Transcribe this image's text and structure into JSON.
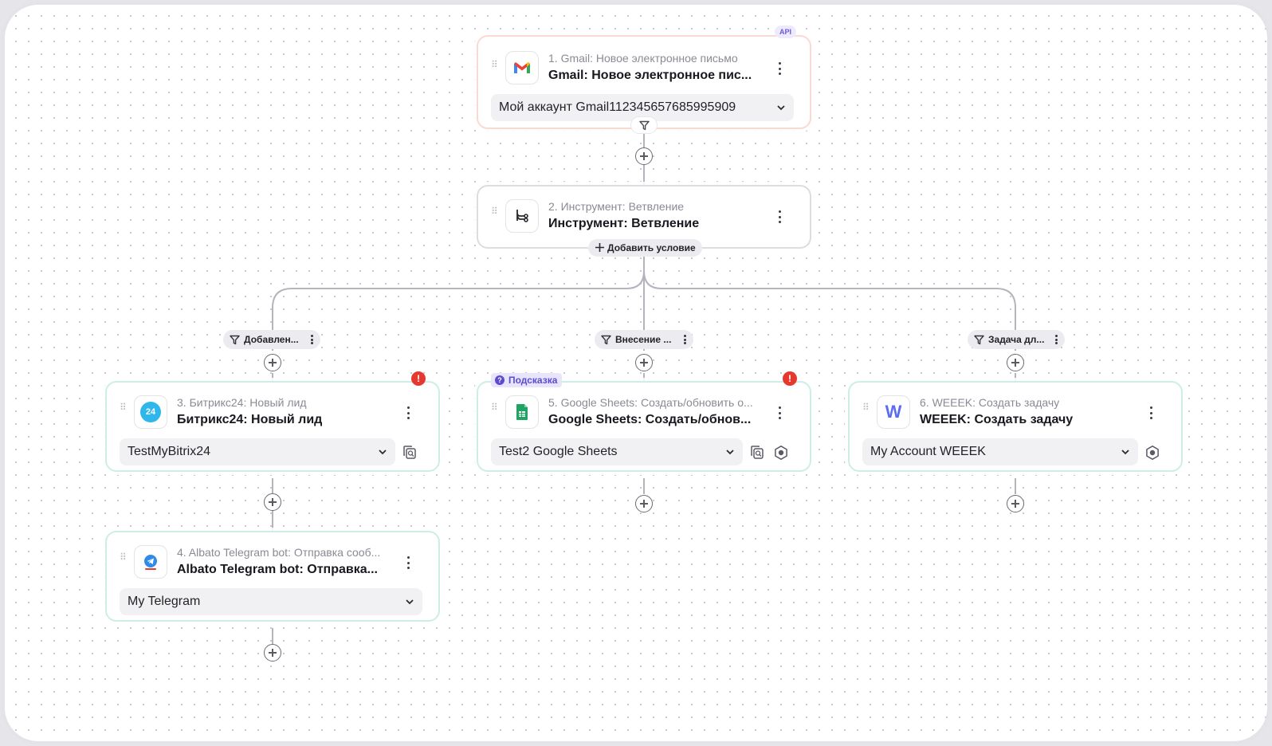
{
  "nodes": {
    "n1": {
      "subtitle": "1. Gmail: Новое электронное письмо",
      "title": "Gmail: Новое электронное пис...",
      "account": "Мой аккаунт Gmail112345657685995909",
      "badge": "API",
      "icon": "gmail-icon"
    },
    "n2": {
      "subtitle": "2. Инструмент: Ветвление",
      "title": "Инструмент: Ветвление",
      "add_condition": "Добавить условие",
      "icon": "branch-icon"
    },
    "n3": {
      "subtitle": "3. Битрикс24: Новый лид",
      "title": "Битрикс24: Новый лид",
      "account": "TestMyBitrix24",
      "icon_text": "24",
      "error": "!"
    },
    "n4": {
      "subtitle": "4. Albato Telegram bot: Отправка сооб...",
      "title": "Albato Telegram bot: Отправка...",
      "account": "My Telegram",
      "icon": "telegram-icon"
    },
    "n5": {
      "subtitle": "5. Google Sheets: Создать/обновить о...",
      "title": "Google Sheets: Создать/обнов...",
      "account": "Test2 Google Sheets",
      "hint": "Подсказка",
      "error": "!",
      "icon": "google-sheets-icon"
    },
    "n6": {
      "subtitle": "6. WEEEK: Создать задачу",
      "title": "WEEEK: Создать задачу",
      "account": "My Account WEEEK",
      "icon_text": "W"
    }
  },
  "branches": {
    "left": "Добавлен...",
    "middle": "Внесение ...",
    "right": "Задача дл..."
  },
  "colors": {
    "trigger_border": "#fbd9d3",
    "action_border": "#cdeee6",
    "error": "#e5382f",
    "hint": "#5b4bd1",
    "bitrix": "#2fb6ea",
    "weeek": "#5b6cf0",
    "sheets": "#1fa463"
  }
}
